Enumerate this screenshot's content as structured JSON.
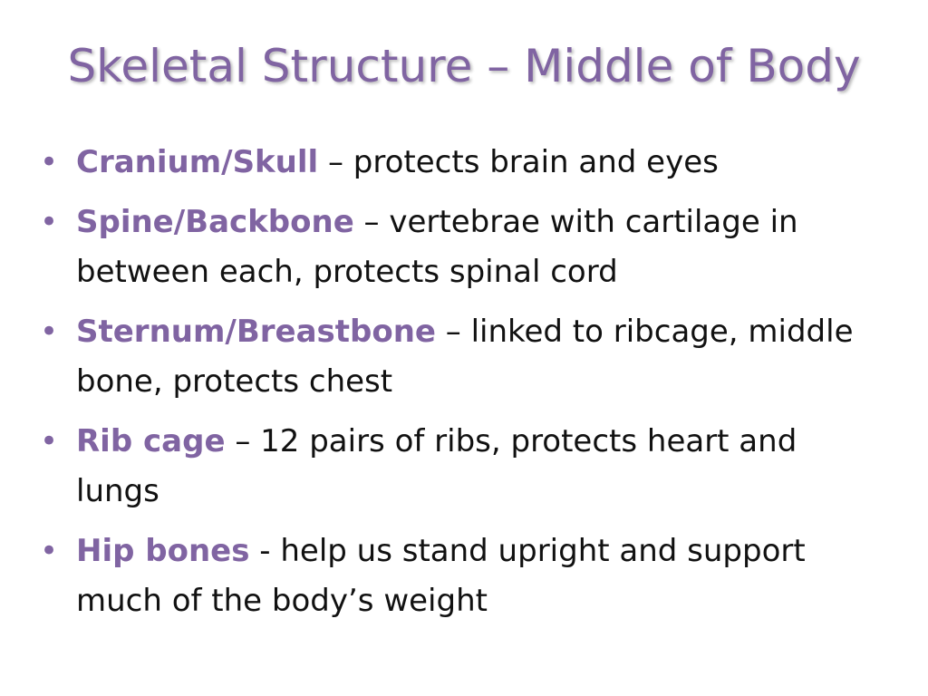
{
  "slide": {
    "title": "Skeletal Structure – Middle of Body",
    "accent_color": "#8064a2",
    "text_color": "#111111",
    "background_color": "#ffffff",
    "bullet_symbol": "•",
    "items": [
      {
        "term": "Cranium/Skull",
        "description": " – protects brain and eyes"
      },
      {
        "term": "Spine/Backbone",
        "description": " – vertebrae with cartilage in between each, protects spinal cord"
      },
      {
        "term": "Sternum/Breastbone",
        "description": " – linked to ribcage, middle bone, protects chest"
      },
      {
        "term": "Rib cage",
        "description": " – 12 pairs of ribs, protects heart and lungs"
      },
      {
        "term": "Hip bones",
        "description": " - help us stand upright and support much of the body’s weight"
      }
    ]
  }
}
